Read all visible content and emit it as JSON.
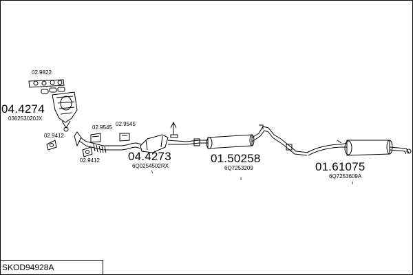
{
  "diagram": {
    "parts": [
      {
        "id": "gasket-top",
        "number": "02.9822"
      },
      {
        "id": "manifold",
        "number": "04.4274",
        "oem": "036253020JX"
      },
      {
        "id": "gasket-left",
        "number": "02.9412"
      },
      {
        "id": "gasket-mid",
        "number": "02.9412"
      },
      {
        "id": "clamp-a",
        "number": "02.9545"
      },
      {
        "id": "clamp-b",
        "number": "02.9545"
      },
      {
        "id": "catalyst",
        "number": "04.4273",
        "oem": "6Q0254502RX"
      },
      {
        "id": "middle-silencer",
        "number": "01.50258",
        "oem": "6Q7253209"
      },
      {
        "id": "rear-silencer",
        "number": "01.61075",
        "oem": "6Q7253609A"
      }
    ],
    "code": "SKOD94928A"
  }
}
